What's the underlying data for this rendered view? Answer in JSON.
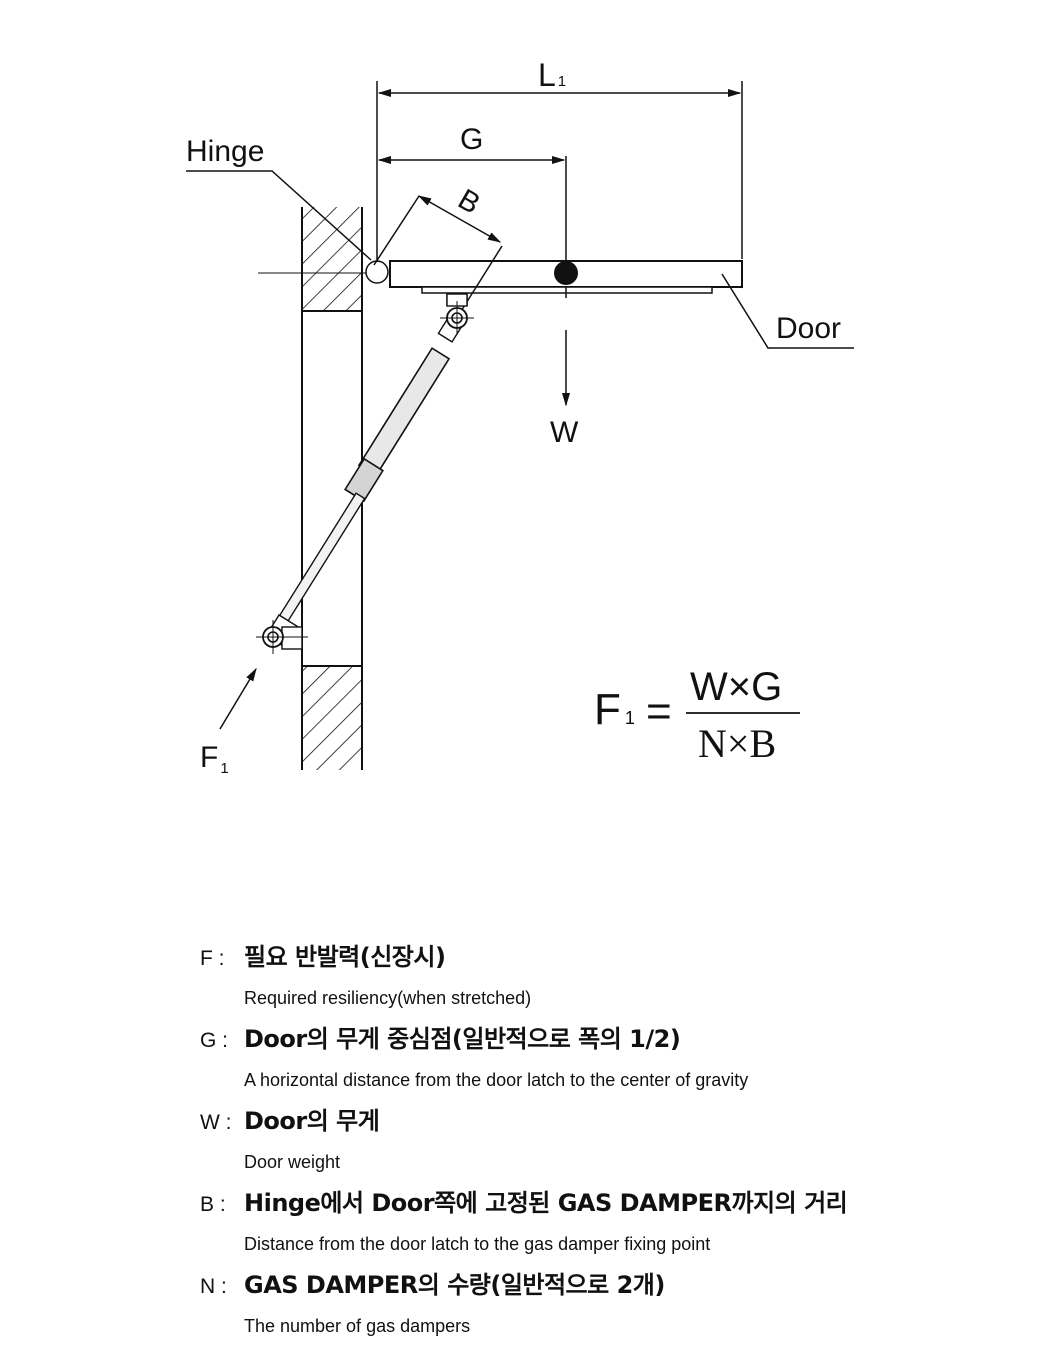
{
  "labels": {
    "hinge": "Hinge",
    "door": "Door",
    "w": "W",
    "f1_base": "F",
    "f1_sub": "1",
    "l1_base": "L",
    "l1_sub": "1",
    "g": "G",
    "b": "B"
  },
  "formula": {
    "lhs_base": "F",
    "lhs_sub": "1",
    "equals": "=",
    "numerator": "W×G",
    "denominator": "N×B"
  },
  "legend": [
    {
      "symbol": "F :",
      "korean": "필요 반발력(신장시)",
      "english": "Required resiliency(when stretched)"
    },
    {
      "symbol": "G :",
      "korean": "Door의 무게 중심점(일반적으로 폭의 1/2)",
      "english": "A horizontal distance from the door latch to the center of gravity"
    },
    {
      "symbol": "W :",
      "korean": "Door의 무게",
      "english": "Door weight"
    },
    {
      "symbol": "B :",
      "korean": "Hinge에서 Door쪽에 고정된 GAS DAMPER까지의 거리",
      "english": "Distance from the door latch to the gas damper fixing point"
    },
    {
      "symbol": "N :",
      "korean": "GAS DAMPER의 수량(일반적으로 2개)",
      "english": "The number of gas dampers"
    }
  ]
}
